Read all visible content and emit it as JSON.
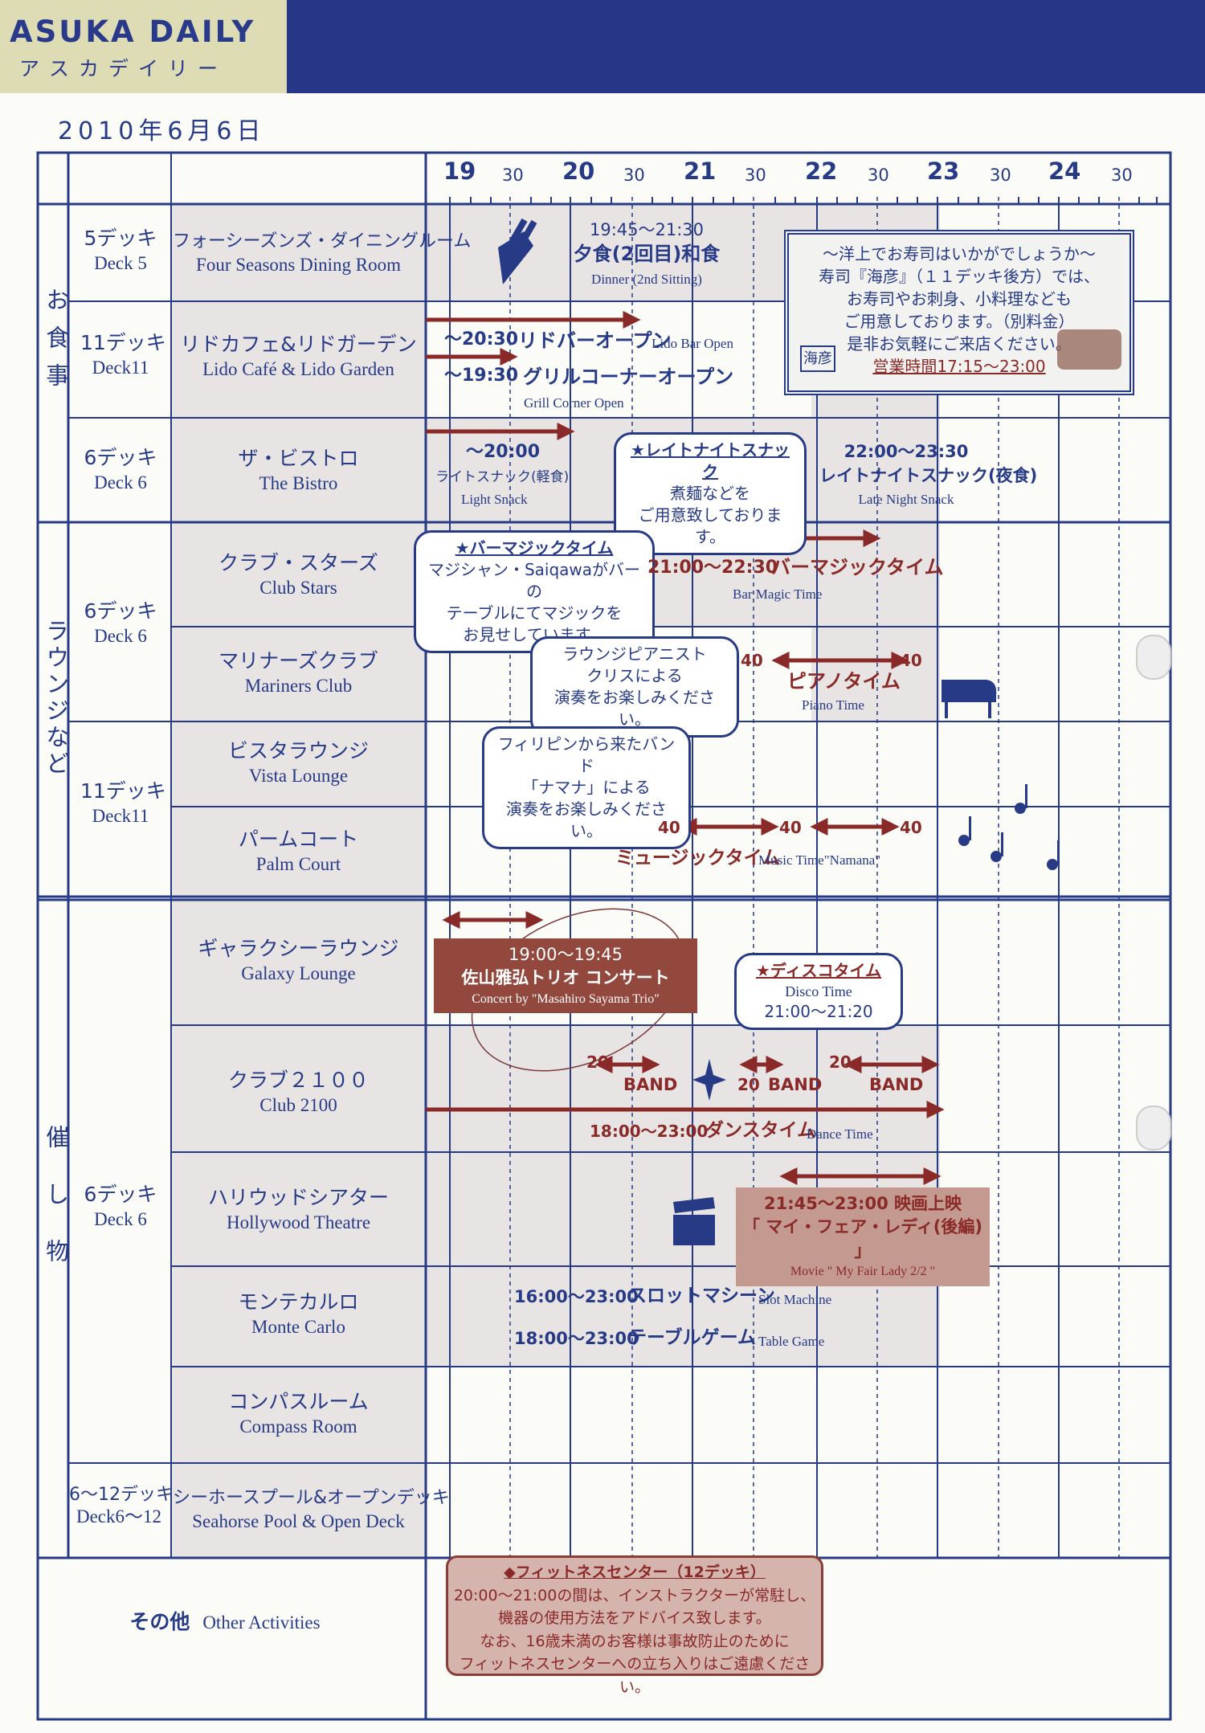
{
  "header": {
    "brand_en": "ASUKA DAILY",
    "brand_jp": "アスカデイリー",
    "date": "2010年6月6日"
  },
  "timeline": {
    "hours": [
      "19",
      "20",
      "21",
      "22",
      "23",
      "24"
    ],
    "half": "30"
  },
  "categories": {
    "meals": "お食事",
    "lounge": "ラウンジなど",
    "events": "催し物"
  },
  "decks": {
    "d5": {
      "jp": "5デッキ",
      "en": "Deck 5"
    },
    "d11a": {
      "jp": "11デッキ",
      "en": "Deck11"
    },
    "d6a": {
      "jp": "6デッキ",
      "en": "Deck 6"
    },
    "d6b": {
      "jp": "6デッキ",
      "en": "Deck 6"
    },
    "d11b": {
      "jp": "11デッキ",
      "en": "Deck11"
    },
    "d6c": {
      "jp": "6デッキ",
      "en": "Deck 6"
    },
    "d612": {
      "jp": "6～12デッキ",
      "en": "Deck6～12"
    }
  },
  "venues": {
    "fourseasons": {
      "jp": "フォーシーズンズ・ダイニングルーム",
      "en": "Four Seasons Dining Room"
    },
    "lido": {
      "jp": "リドカフェ&リドガーデン",
      "en": "Lido Café & Lido Garden"
    },
    "bistro": {
      "jp": "ザ・ビストロ",
      "en": "The Bistro"
    },
    "clubstars": {
      "jp": "クラブ・スターズ",
      "en": "Club Stars"
    },
    "mariners": {
      "jp": "マリナーズクラブ",
      "en": "Mariners Club"
    },
    "vista": {
      "jp": "ビスタラウンジ",
      "en": "Vista Lounge"
    },
    "palm": {
      "jp": "パームコート",
      "en": "Palm Court"
    },
    "galaxy": {
      "jp": "ギャラクシーラウンジ",
      "en": "Galaxy Lounge"
    },
    "club2100": {
      "jp": "クラブ２１００",
      "en": "Club 2100"
    },
    "hollywood": {
      "jp": "ハリウッドシアター",
      "en": "Hollywood Theatre"
    },
    "monte": {
      "jp": "モンテカルロ",
      "en": "Monte Carlo"
    },
    "compass": {
      "jp": "コンパスルーム",
      "en": "Compass Room"
    },
    "seahorse": {
      "jp": "シーホースプール&オープンデッキ",
      "en": "Seahorse Pool & Open Deck"
    },
    "other": {
      "jp": "その他",
      "en": "Other Activities"
    }
  },
  "events": {
    "dinner_time": "19:45～21:30",
    "dinner_jp": "夕食(2回目)和食",
    "dinner_en": "Dinner (2nd Sitting)",
    "lidobar_time": "～20:30",
    "lidobar_jp": "リドバーオープン",
    "lidobar_en": "Lido Bar Open",
    "grill_time": "～19:30",
    "grill_jp": "グリルコーナーオープン",
    "grill_en": "Grill Corner Open",
    "light_time": "～20:00",
    "light_jp": "ライトスナック(軽食)",
    "light_en": "Light Snack",
    "latenight_bubble_title": "★レイトナイトスナック",
    "latenight_bubble_l1": "煮麺などを",
    "latenight_bubble_l2": "ご用意致しております。",
    "late_time": "22:00～23:30",
    "late_jp": "レイトナイトスナック(夜食)",
    "late_en": "Late Night Snack",
    "magic_bubble_title": "★バーマジックタイム",
    "magic_bubble_l1": "マジシャン・Saiqawaがバーの",
    "magic_bubble_l2": "テーブルにてマジックを",
    "magic_bubble_l3": "お見せしています。",
    "magic_time": "21:00～22:30",
    "magic_jp": "バーマジックタイム",
    "magic_en": "Bar Magic Time",
    "pianist_l1": "ラウンジピアニスト",
    "pianist_l2": "クリスによる",
    "pianist_l3": "演奏をお楽しみください。",
    "piano_40a": "40",
    "piano_40b": "40",
    "piano_jp": "ピアノタイム",
    "piano_en": "Piano Time",
    "band_l1": "フィリピンから来たバンド",
    "band_l2": "「ナマナ」による",
    "band_l3": "演奏をお楽しみください。",
    "music_40a": "40",
    "music_40b": "40",
    "music_40c": "40",
    "music_jp": "ミュージックタイム",
    "music_en": "Music Time\"Namana\"",
    "concert_time": "19:00～19:45",
    "concert_jp": "佐山雅弘トリオ コンサート",
    "concert_en": "Concert by \"Masahiro Sayama Trio\"",
    "disco_title": "★ディスコタイム",
    "disco_en": "Disco Time",
    "disco_time": "21:00～21:20",
    "band_20a": "20",
    "band_20b": "20",
    "band_20c": "20",
    "band_label_a": "BAND",
    "band_label_b": "BAND",
    "band_label_c": "BAND",
    "dance_time": "18:00～23:00",
    "dance_jp": "ダンスタイム",
    "dance_en": "Dance Time",
    "movie_time": "21:45～23:00 映画上映",
    "movie_jp": "「 マイ・フェア・レディ(後編) 」",
    "movie_en": "Movie \" My Fair Lady 2/2 \"",
    "slot_time": "16:00～23:00",
    "slot_jp": "スロットマシーン",
    "slot_en": "Slot Machine",
    "table_time": "18:00～23:00",
    "table_jp": "テーブルゲーム",
    "table_en": "Table Game"
  },
  "sushi": {
    "l1": "～洋上でお寿司はいかがでしょうか～",
    "l2": "寿司『海彦』（１１デッキ後方）では、",
    "l3": "お寿司やお刺身、小料理なども",
    "l4": "ご用意しております。（別料金）",
    "l5": "是非お気軽にご来店ください。",
    "hours": "営業時間17:15～23:00",
    "logo": "海彦"
  },
  "fitness": {
    "title": "◆フィットネスセンター（12デッキ）",
    "l1": "20:00～21:00の間は、インストラクターが常駐し、",
    "l2": "機器の使用方法をアドバイス致します。",
    "l3": "なお、16歳未満のお客様は事故防止のために",
    "l4": "フィットネスセンターへの立ち入りはご遠慮ください。"
  },
  "colors": {
    "navy": "#263a86",
    "khaki": "#dedcb4",
    "arrow": "#8a2a28",
    "shade": "#e6e1e1"
  }
}
